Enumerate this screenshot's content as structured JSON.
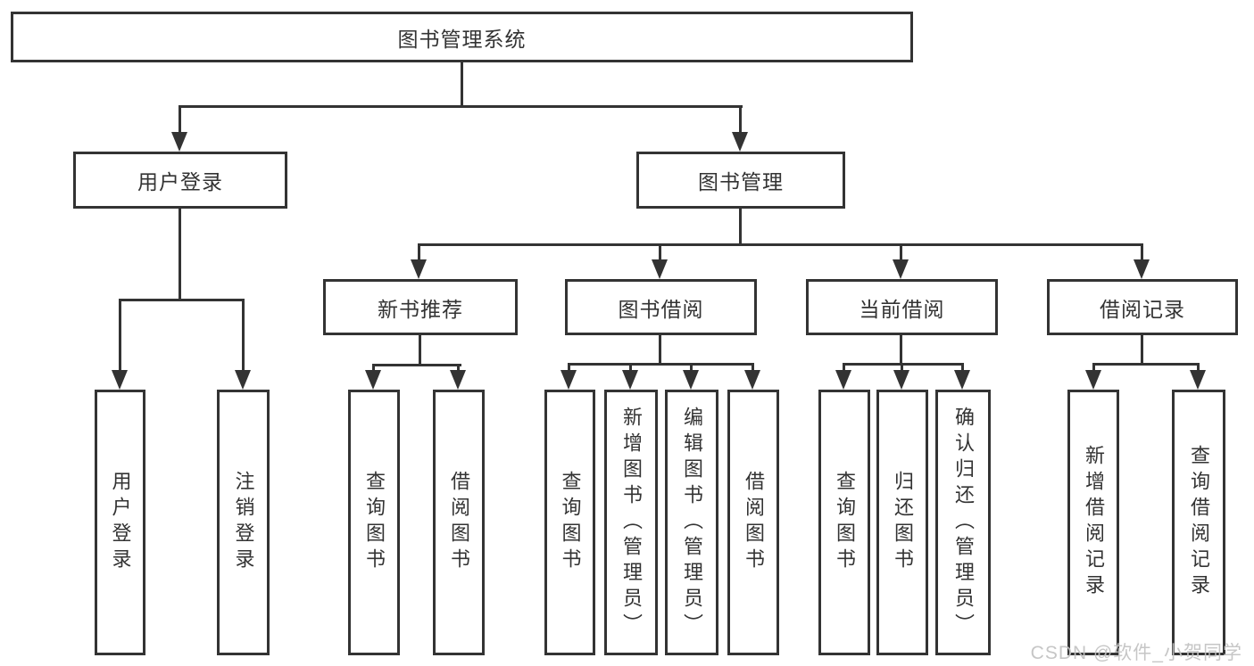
{
  "diagram": {
    "root": {
      "label": "图书管理系统"
    },
    "branches": [
      {
        "label": "用户登录",
        "children": [
          {
            "label": "用户登录"
          },
          {
            "label": "注销登录"
          }
        ]
      },
      {
        "label": "图书管理",
        "children": [
          {
            "label": "新书推荐",
            "children": [
              {
                "label": "查询图书"
              },
              {
                "label": "借阅图书"
              }
            ]
          },
          {
            "label": "图书借阅",
            "children": [
              {
                "label": "查询图书"
              },
              {
                "label": "新增图书（管理员）"
              },
              {
                "label": "编辑图书（管理员）"
              },
              {
                "label": "借阅图书"
              }
            ]
          },
          {
            "label": "当前借阅",
            "children": [
              {
                "label": "查询图书"
              },
              {
                "label": "归还图书"
              },
              {
                "label": "确认归还（管理员）"
              }
            ]
          },
          {
            "label": "借阅记录",
            "children": [
              {
                "label": "新增借阅记录"
              },
              {
                "label": "查询借阅记录"
              }
            ]
          }
        ]
      }
    ],
    "watermark": {
      "text": "CSDN @软件_小贺同学"
    },
    "colors": {
      "line": "#333333",
      "text": "#333333",
      "watermark": "#c1c1c1",
      "background": "#ffffff"
    }
  }
}
